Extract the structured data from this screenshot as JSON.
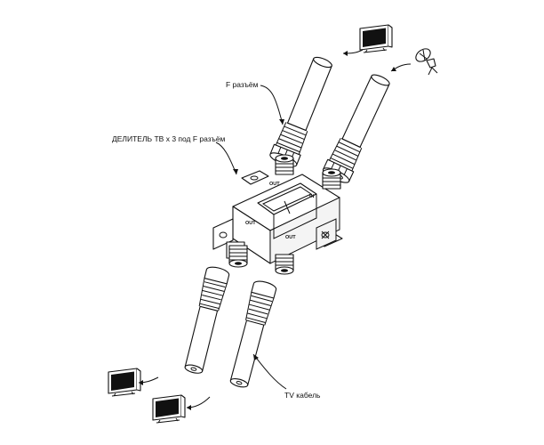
{
  "labels": {
    "f_connector": "F разъём",
    "splitter": "ДЕЛИТЕЛЬ ТВ х 3 под F разъём",
    "tv_cable": "TV кабель"
  },
  "ports": {
    "out_top": "OUT",
    "in": "IN",
    "out_left": "OUT",
    "out_right": "OUT"
  },
  "colors": {
    "line": "#111111",
    "background": "#ffffff"
  },
  "icons": [
    "tv-icon",
    "satellite-dish-icon",
    "tv-icon",
    "tv-icon"
  ]
}
